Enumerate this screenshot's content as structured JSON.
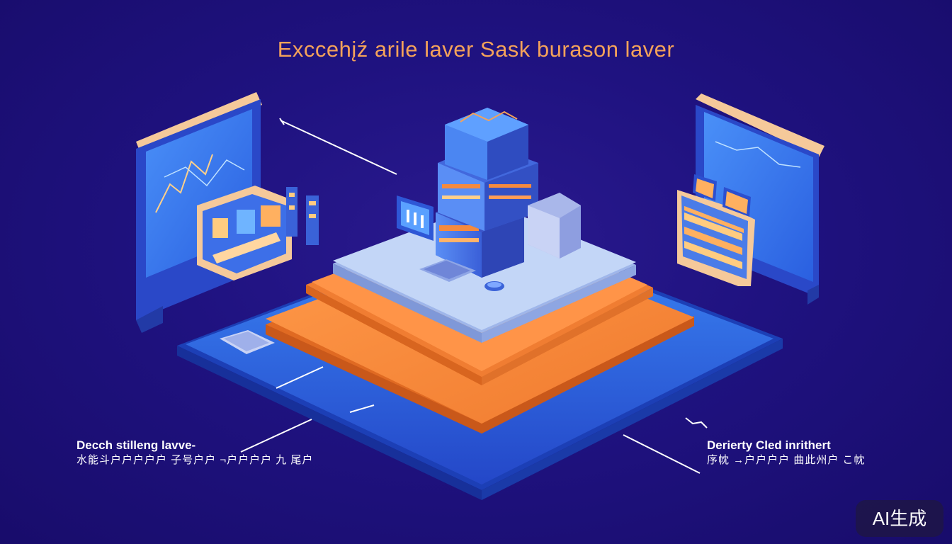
{
  "title": "Exccehįź arile laver Sask  burason laver",
  "labels": {
    "left_title": "Decch stilleng lavve-",
    "left_sub": "水能斗户户户户户  子号户户 ¬户户户户  九 尾户",
    "right_title": "Derierty Cled inrithert",
    "right_sub": "序帎 →户户户户 曲此州户 こ帎"
  },
  "badge": "AI生成",
  "colors": {
    "background": "#1f1280",
    "title": "#f4a25a",
    "base_layer": "#2f6ee8",
    "middle_layer": "#f28a3c",
    "top_layer": "#bcd3f5",
    "screen": "#3a7ef0",
    "accent_frame": "#f5c99a"
  },
  "icons": [
    "server-tower-icon",
    "monitor-icon",
    "dashboard-icon",
    "keyboard-icon",
    "mouse-icon"
  ]
}
